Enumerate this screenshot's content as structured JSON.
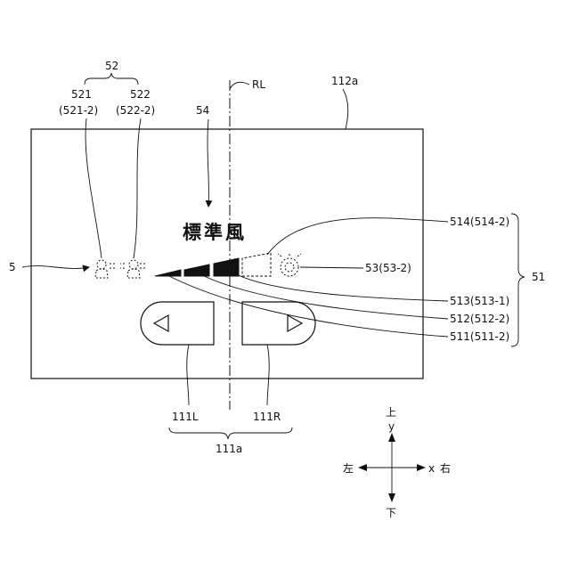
{
  "figure": {
    "display_title": "標準風",
    "labels": {
      "group_52": "52",
      "item_521": "521",
      "item_521_alt": "(521-2)",
      "item_522": "522",
      "item_522_alt": "(522-2)",
      "reference_line": "RL",
      "screen_112a": "112a",
      "item_54": "54",
      "item_5": "5",
      "item_514": "514(514-2)",
      "item_53": "53(53-2)",
      "group_51": "51",
      "item_513": "513(513-1)",
      "item_512": "512(512-2)",
      "item_511": "511(511-2)",
      "button_111L": "111L",
      "button_111R": "111R",
      "group_111a": "111a"
    },
    "axes": {
      "up_char": "上",
      "y_label": "y",
      "left_char": "左",
      "x_label": "x",
      "right_char": "右",
      "down_char": "下"
    }
  }
}
